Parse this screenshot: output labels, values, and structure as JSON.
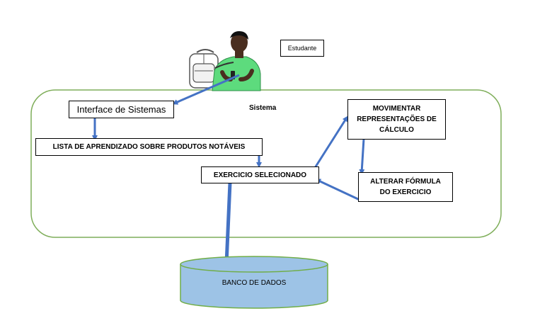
{
  "student_label": "Estudante",
  "system_label": "Sistema",
  "nodes": {
    "interface": "Interface de Sistemas",
    "lista": "LISTA DE APRENDIZADO SOBRE PRODUTOS NOTÁVEIS",
    "exercicio": "EXERCICIO SELECIONADO",
    "movimentar": "MOVIMENTAR REPRESENTAÇÕES DE CÁLCULO",
    "alterar": "ALTERAR FÓRMULA DO EXERCICIO",
    "banco": "BANCO DE DADOS"
  },
  "colors": {
    "system_border": "#7fae5a",
    "arrow": "#4472c4",
    "database_fill": "#9dc3e6",
    "database_border": "#70ad47",
    "shirt": "#5ddb7d",
    "skin": "#4a2e1f"
  }
}
